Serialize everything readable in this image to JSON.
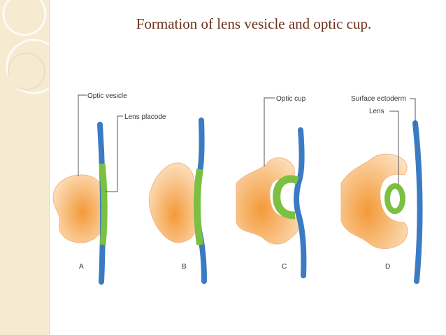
{
  "slide": {
    "title": "Formation of lens vesicle and optic cup."
  },
  "diagram": {
    "labels": {
      "optic_vesicle": "Optic vesicle",
      "lens_placode": "Lens placode",
      "optic_cup": "Optic cup",
      "surface_ectoderm": "Surface ectoderm",
      "lens": "Lens"
    },
    "stages": [
      "A",
      "B",
      "C",
      "D"
    ],
    "colors": {
      "vesicle_orange": "#f39a38",
      "vesicle_light": "#fbd9b3",
      "ectoderm_blue": "#3b7bc4",
      "lens_green": "#7cc042",
      "title_brown": "#6b2f17",
      "sidebar_cream": "#f6ead1"
    }
  }
}
